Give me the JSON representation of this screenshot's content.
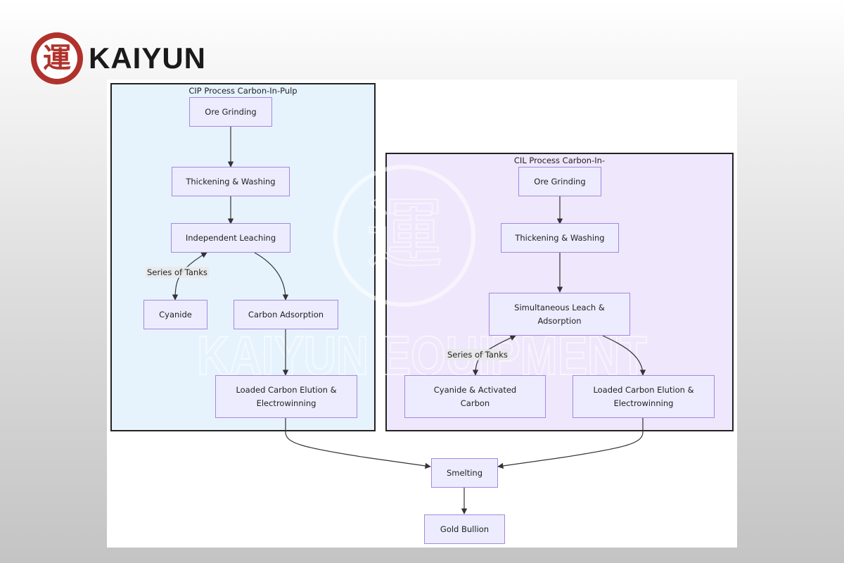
{
  "brand": {
    "logo_glyph": "運",
    "name": "KAIYUN",
    "color": "#b0322c"
  },
  "watermark": {
    "text": "KAIYUN EQUIPMENT",
    "glyph": "運"
  },
  "diagram": {
    "clusters": {
      "cip": {
        "title": "CIP Process Carbon-In-Pulp",
        "fill": "#e6f3fd"
      },
      "cil": {
        "title": "CIL Process Carbon-In-",
        "fill": "#efe7fb"
      }
    },
    "nodes": {
      "cip_ore_grinding": "Ore Grinding",
      "cip_thickening": "Thickening & Washing",
      "cip_leaching": "Independent Leaching",
      "cip_cyanide": "Cyanide",
      "cip_carbon_adsorption": "Carbon Adsorption",
      "cip_elution": "Loaded Carbon Elution & Electrowinning",
      "cil_ore_grinding": "Ore Grinding",
      "cil_thickening": "Thickening & Washing",
      "cil_leach_adsorption": "Simultaneous Leach & Adsorption",
      "cil_cyanide_carbon": "Cyanide & Activated Carbon",
      "cil_elution": "Loaded Carbon Elution & Electrowinning",
      "smelting": "Smelting",
      "gold_bullion": "Gold Bullion"
    },
    "edge_labels": {
      "cip_series_tanks": "Series of Tanks",
      "cil_series_tanks": "Series of Tanks"
    },
    "node_fill": "#ececfe",
    "node_border": "#a687e0"
  }
}
